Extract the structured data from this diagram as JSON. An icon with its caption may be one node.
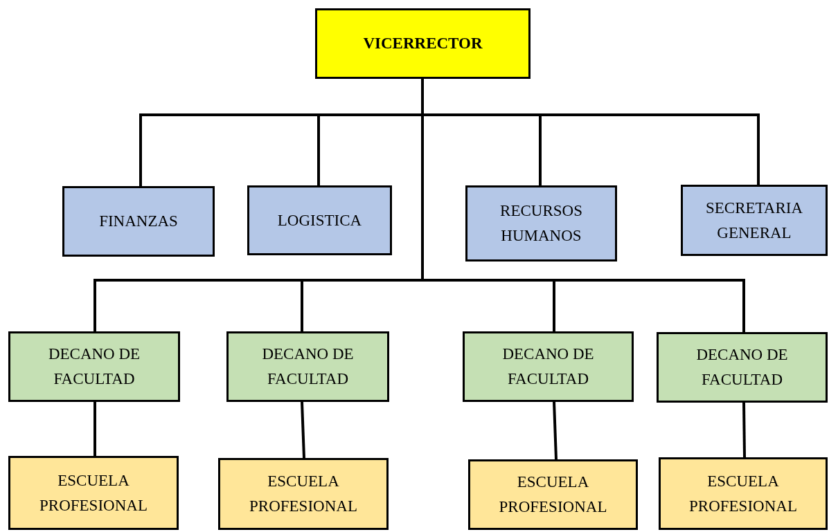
{
  "diagram": {
    "nodes": [
      {
        "text": [
          "VICERRECTOR"
        ]
      },
      {
        "text": [
          "FINANZAS"
        ]
      },
      {
        "text": [
          "LOGISTICA"
        ]
      },
      {
        "text": [
          "RECURSOS HUMANOS"
        ]
      },
      {
        "text": [
          "SECRETARIA GENERAL"
        ]
      },
      {
        "text": [
          "DECANO DE FACULTAD"
        ]
      },
      {
        "text": [
          "DECANO DE FACULTAD"
        ]
      },
      {
        "text": [
          "DECANO DE FACULTAD"
        ]
      },
      {
        "text": [
          "DECANO DE FACULTAD"
        ]
      },
      {
        "text": [
          "ESCUELA PROFESIONAL"
        ]
      },
      {
        "text": [
          "ESCUELA PROFESIONAL"
        ]
      },
      {
        "text": [
          "ESCUELA PROFESIONAL"
        ]
      },
      {
        "text": [
          "ESCUELA PROFESIONAL"
        ]
      }
    ],
    "edges": [
      {
        "from": 0,
        "to": 1,
        "arrow": "none"
      },
      {
        "from": 0,
        "to": 2,
        "arrow": "none"
      },
      {
        "from": 0,
        "to": 3,
        "arrow": "none"
      },
      {
        "from": 0,
        "to": 4,
        "arrow": "none"
      },
      {
        "from": 0,
        "to": 5,
        "arrow": "none"
      },
      {
        "from": 0,
        "to": 6,
        "arrow": "none"
      },
      {
        "from": 0,
        "to": 7,
        "arrow": "none"
      },
      {
        "from": 0,
        "to": 8,
        "arrow": "none"
      },
      {
        "from": 5,
        "to": 9,
        "arrow": "none"
      },
      {
        "from": 6,
        "to": 10,
        "arrow": "none"
      },
      {
        "from": 7,
        "to": 11,
        "arrow": "none"
      },
      {
        "from": 8,
        "to": 12,
        "arrow": "none"
      }
    ]
  }
}
